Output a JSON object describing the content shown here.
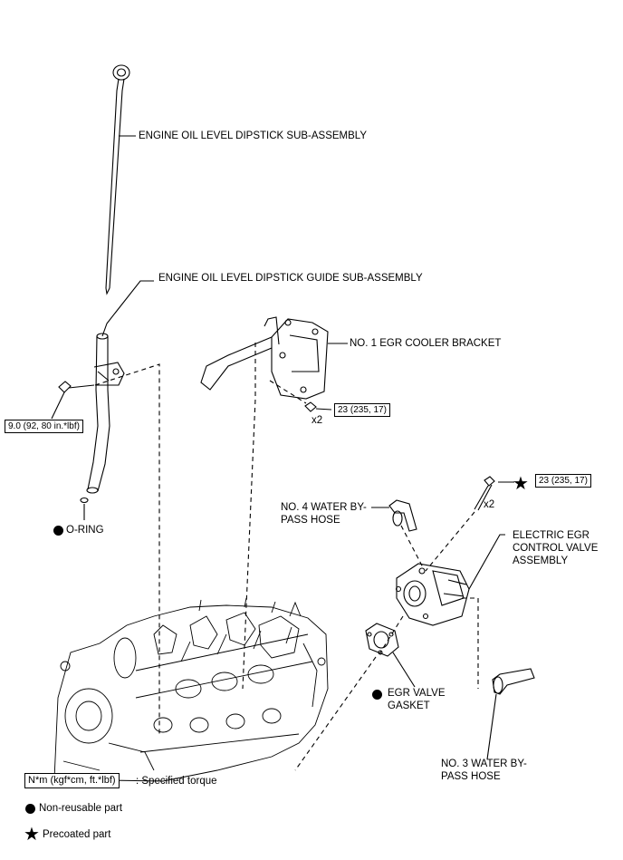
{
  "labels": {
    "dipstick": "ENGINE OIL LEVEL DIPSTICK SUB-ASSEMBLY",
    "dipstick_guide": "ENGINE OIL LEVEL DIPSTICK GUIDE SUB-ASSEMBLY",
    "egr_cooler_bracket": "NO. 1 EGR COOLER BRACKET",
    "water_hose_4_line1": "NO. 4 WATER BY-",
    "water_hose_4_line2": "PASS HOSE",
    "egr_valve_line1": "ELECTRIC EGR",
    "egr_valve_line2": "CONTROL VALVE",
    "egr_valve_line3": "ASSEMBLY",
    "egr_gasket_line1": "EGR VALVE",
    "egr_gasket_line2": "GASKET",
    "water_hose_3_line1": "NO. 3 WATER BY-",
    "water_hose_3_line2": "PASS HOSE",
    "o_ring": "O-RING",
    "x2_bracket": "x2",
    "x2_valve": "x2"
  },
  "torques": {
    "guide_bolt": "9.0 (92, 80 in.*lbf)",
    "bracket_bolt": "23 (235, 17)",
    "valve_bolt": "23 (235, 17)"
  },
  "legend": {
    "torque_box": "N*m (kgf*cm, ft.*lbf)",
    "torque_text": ": Specified torque",
    "nonreusable_text": "Non-reusable part",
    "precoated_text": "Precoated part"
  },
  "icons": {
    "non_reusable": "filled-circle-icon",
    "precoated": "filled-star-icon"
  }
}
